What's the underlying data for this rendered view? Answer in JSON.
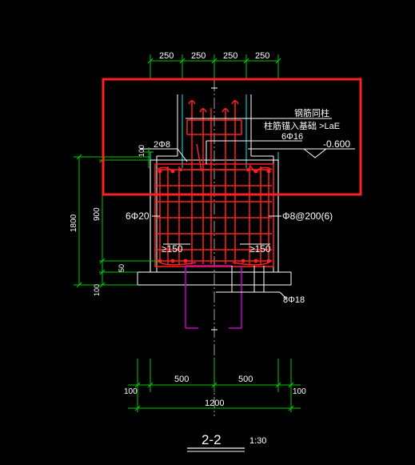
{
  "colors": {
    "background": "#000000",
    "dimension": "#00c800",
    "rebar": "#ff2020",
    "outline": "#ffffff",
    "column": "#00c8c8",
    "pile": "#c800c8",
    "axis": "#a0a0a0",
    "highlight": "#ff2020"
  },
  "dims_top": [
    "250",
    "250",
    "250",
    "250"
  ],
  "dims_left": {
    "d100": "100",
    "d1800": "1800",
    "d900": "900",
    "d50": "50",
    "d100b": "100"
  },
  "dims_bottom": {
    "left100": "100",
    "left500": "500",
    "right500": "500",
    "right100": "100",
    "total": "1200"
  },
  "notes": {
    "column_bar": "钢筋同柱",
    "anchor": "柱筋锚入基础 >LaE",
    "bar_6phi16": "6Φ16",
    "elevation": "-0.600",
    "bar_2phi8": "2Φ8",
    "bar_6phi20": "6Φ20",
    "stirrup": "Φ8@200(6)",
    "cover_left": "≥150",
    "cover_right": "≥150",
    "bar_8phi18": "8Φ18"
  },
  "section": {
    "title": "2-2",
    "scale": "1:30"
  }
}
